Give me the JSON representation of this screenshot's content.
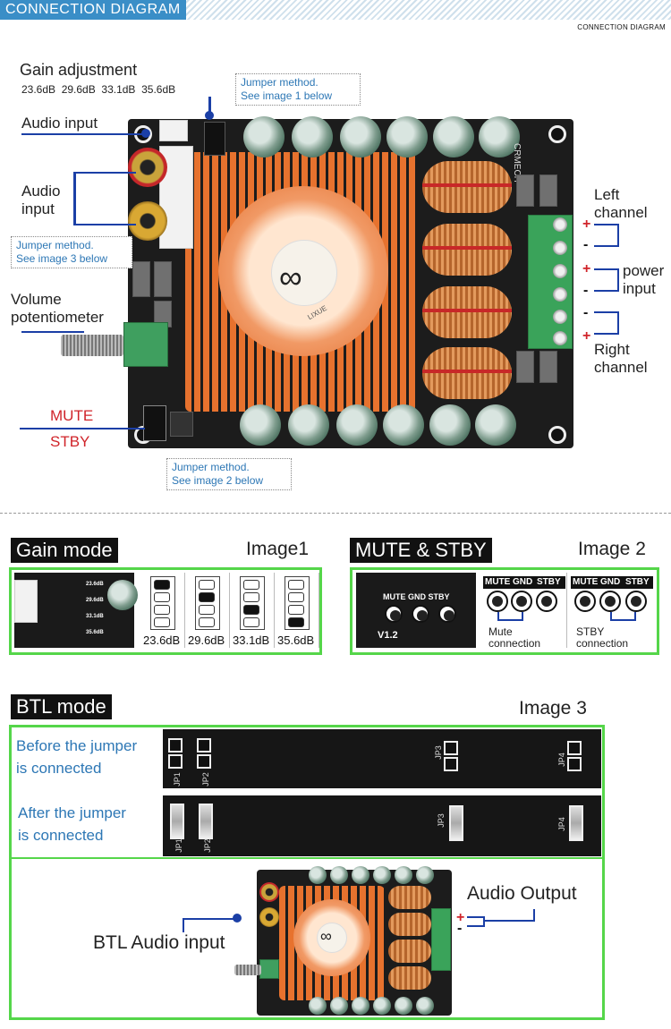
{
  "header": {
    "title": "CONNECTION DIAGRAM",
    "subtitle": "CONNECTION DIAGRAM"
  },
  "board": {
    "gain_adjustment": "Gain adjustment",
    "gain_values": "23.6dB  29.6dB  33.1dB  35.6dB",
    "jumper_note_1_line1": "Jumper method.",
    "jumper_note_1_line2": "See image 1 below",
    "audio_input_top": "Audio input",
    "audio_input_left_line1": "Audio",
    "audio_input_left_line2": "input",
    "jumper_note_3_line1": "Jumper method.",
    "jumper_note_3_line2": "See image 3 below",
    "volume_line1": "Volume",
    "volume_line2": "potentiometer",
    "mute": "MUTE",
    "stby": "STBY",
    "jumper_note_2_line1": "Jumper method.",
    "jumper_note_2_line2": "See image 2 below",
    "left_channel_line1": "Left",
    "left_channel_line2": "channel",
    "power_input_line1": "power",
    "power_input_line2": "input",
    "right_channel_line1": "Right",
    "right_channel_line2": "channel",
    "plus": "+",
    "minus": "-",
    "brand": "CRMECH",
    "fan_brand": "LIXUE"
  },
  "gain_mode": {
    "title": "Gain mode",
    "tag": "Image1",
    "photo_labels": [
      "23.6dB",
      "29.6dB",
      "33.1dB",
      "35.6dB"
    ],
    "options": [
      {
        "label": "23.6dB",
        "active_pin": 0
      },
      {
        "label": "29.6dB",
        "active_pin": 1
      },
      {
        "label": "33.1dB",
        "active_pin": 2
      },
      {
        "label": "35.6dB",
        "active_pin": 3
      }
    ]
  },
  "mute_stby": {
    "title": "MUTE & STBY",
    "tag": "Image 2",
    "photo_pin_labels": "MUTE GND STBY",
    "photo_version": "V1.2",
    "pin_labels": [
      "MUTE",
      "GND",
      "STBY"
    ],
    "mute_caption_line1": "Mute",
    "mute_caption_line2": "connection",
    "stby_caption_line1": "STBY",
    "stby_caption_line2": "connection"
  },
  "btl_mode": {
    "title": "BTL mode",
    "tag": "Image 3",
    "before_line1": "Before the jumper",
    "before_line2": "is connected",
    "after_line1": "After the jumper",
    "after_line2": "is connected",
    "jp_labels": [
      "JP1",
      "JP2",
      "JP3",
      "JP4"
    ],
    "audio_output": "Audio Output",
    "btl_audio_input": "BTL Audio input",
    "plus": "+",
    "minus": "-"
  },
  "colors": {
    "accent_blue": "#3a8ec7",
    "line_blue": "#1b3fa6",
    "note_blue": "#2d77b5",
    "frame_green": "#55d64a",
    "red": "#d0242a",
    "heatsink_orange": "#e7722e"
  }
}
